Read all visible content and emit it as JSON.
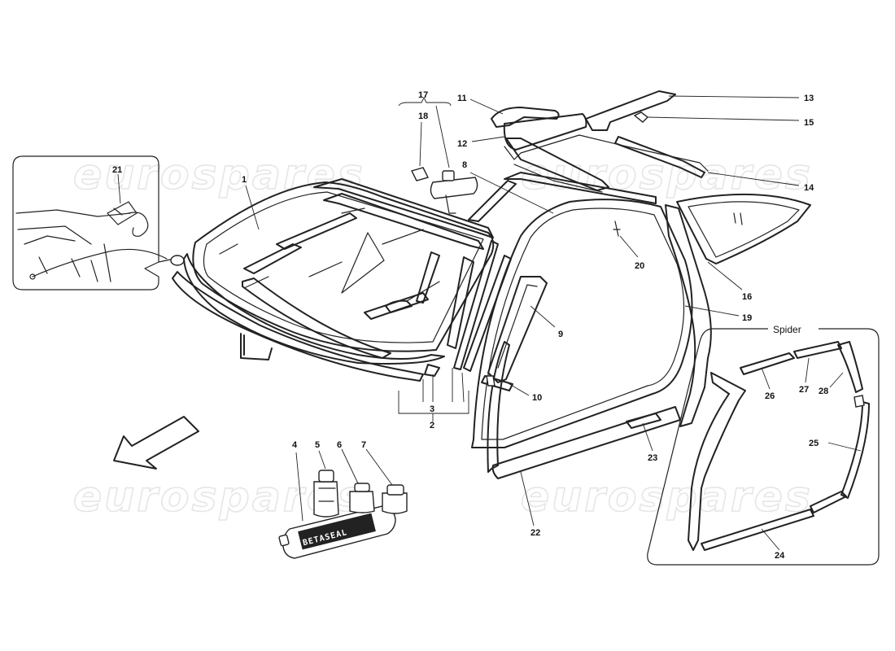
{
  "watermark": {
    "text": "eurospares"
  },
  "inset_spider": {
    "title": "Spider"
  },
  "tube": {
    "label": "BETASEAL"
  },
  "labels": {
    "p1": "1",
    "p2": "2",
    "p3": "3",
    "p4": "4",
    "p5": "5",
    "p6": "6",
    "p7": "7",
    "p8": "8",
    "p9": "9",
    "p10": "10",
    "p11": "11",
    "p12": "12",
    "p13": "13",
    "p14": "14",
    "p15": "15",
    "p16": "16",
    "p17": "17",
    "p18": "18",
    "p19": "19",
    "p20": "20",
    "p21": "21",
    "p22": "22",
    "p23": "23",
    "p24": "24",
    "p25": "25",
    "p26": "26",
    "p27": "27",
    "p28": "28"
  },
  "direction_arrow": {
    "icon": "front-direction-arrow-icon"
  }
}
